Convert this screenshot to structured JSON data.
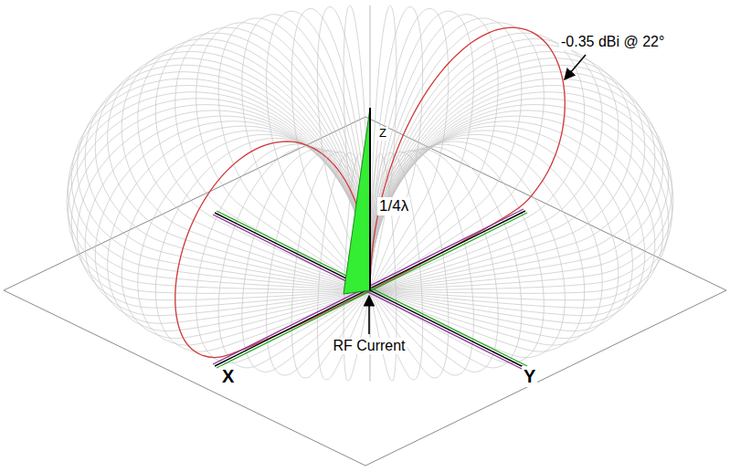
{
  "diagram": {
    "labels": [
      "-0.35 dBi @ 22°",
      "1/4λ",
      "RF Current",
      "X",
      "Y",
      "Z"
    ]
  }
}
